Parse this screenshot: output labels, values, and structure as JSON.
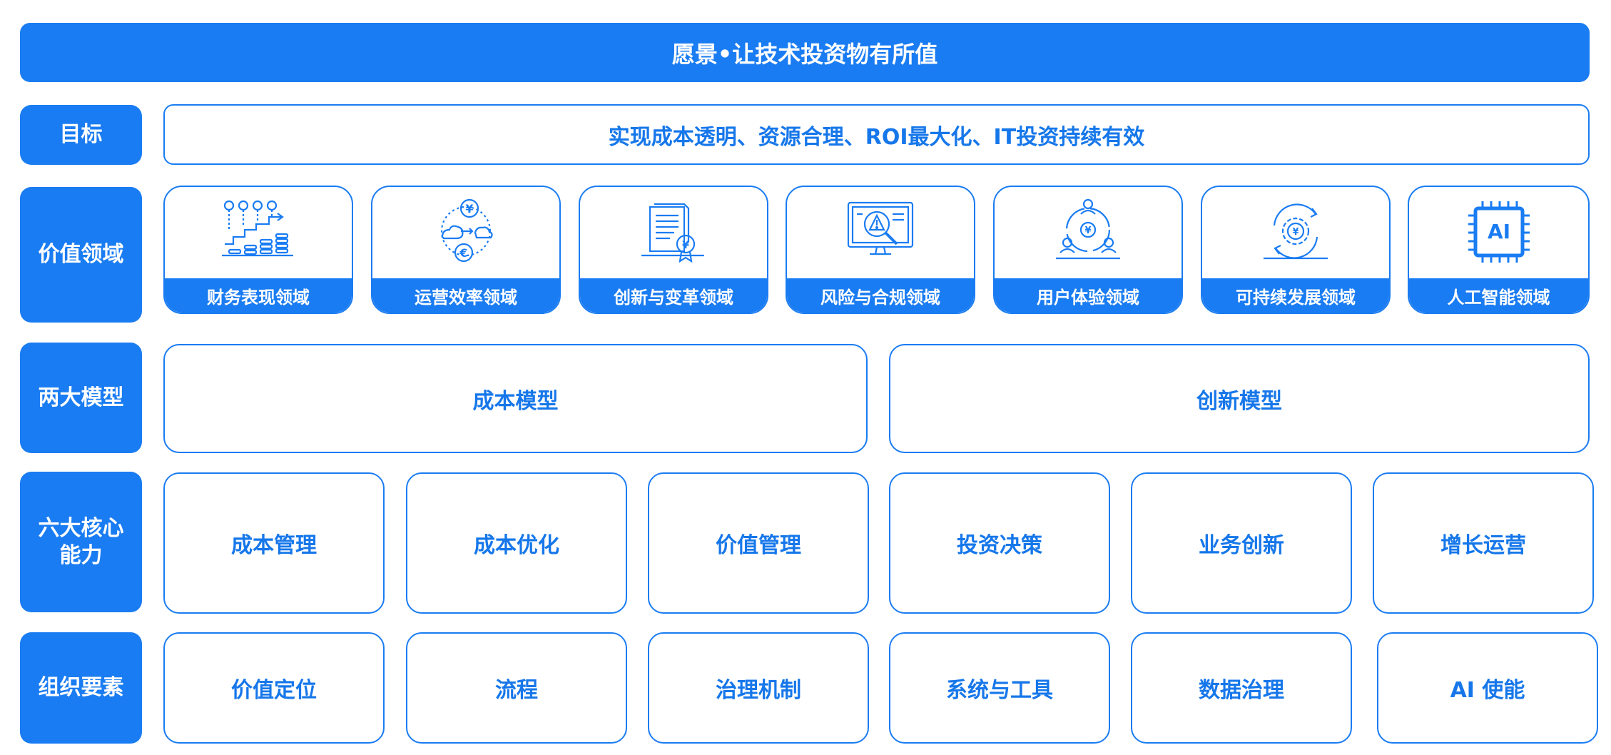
{
  "vision": "愿景•让技术投资物有所值",
  "rows": {
    "goal": {
      "label": "目标",
      "text": "实现成本透明、资源合理、ROI最大化、IT投资持续有效"
    },
    "domains": {
      "label": "价值领域",
      "items": [
        {
          "label": "财务表现领域",
          "icon": "finance-stairs-icon"
        },
        {
          "label": "运营效率领域",
          "icon": "currency-exchange-icon"
        },
        {
          "label": "创新与变革领域",
          "icon": "certificate-document-icon"
        },
        {
          "label": "风险与合规领域",
          "icon": "monitor-warning-icon"
        },
        {
          "label": "用户体验领域",
          "icon": "user-cycle-icon"
        },
        {
          "label": "可持续发展领域",
          "icon": "gear-cycle-icon"
        },
        {
          "label": "人工智能领域",
          "icon": "ai-chip-icon",
          "icon_text": "AI"
        }
      ]
    },
    "models": {
      "label": "两大模型",
      "items": [
        "成本模型",
        "创新模型"
      ]
    },
    "capabilities": {
      "label": "六大核心能力",
      "items": [
        "成本管理",
        "成本优化",
        "价值管理",
        "投资决策",
        "业务创新",
        "增长运营"
      ]
    },
    "org": {
      "label": "组织要素",
      "items": [
        "价值定位",
        "流程",
        "治理机制",
        "系统与工具",
        "数据治理",
        "AI 使能"
      ]
    }
  },
  "colors": {
    "primary": "#1a7cf2",
    "text": "#1677ea",
    "background": "#ffffff"
  }
}
